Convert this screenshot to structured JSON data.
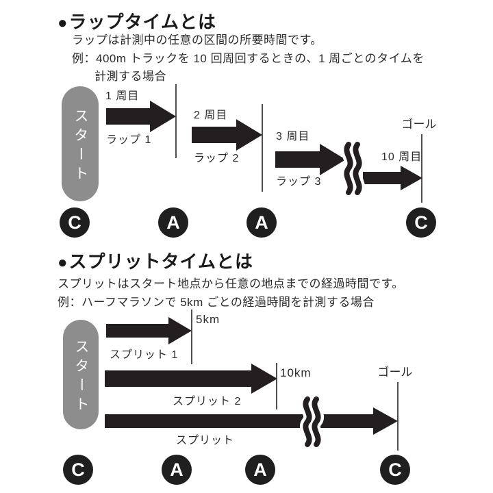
{
  "colors": {
    "ink": "#231f20",
    "pill_gray": "#8d8d8d",
    "line_gray": "#4f4f4f",
    "button_black": "#1f1f1f",
    "background": "#ffffff"
  },
  "lap_section": {
    "bullet": "●",
    "title": "ラップタイムとは",
    "description": "ラップは計測中の任意の区間の所要時間です。",
    "example_line1": "例：400m トラックを 10 回周回するときの、1 周ごとのタイムを",
    "example_line2": "計測する場合",
    "start_label": "スタート",
    "goal_label": "ゴール",
    "lap1_top": "1 周目",
    "lap1_bottom": "ラップ 1",
    "lap2_top": "2 周目",
    "lap2_bottom": "ラップ 2",
    "lap3_top": "3 周目",
    "lap3_bottom": "ラップ 3",
    "lap10_top": "10 周目",
    "buttons": [
      "C",
      "A",
      "A",
      "C"
    ]
  },
  "split_section": {
    "bullet": "●",
    "title": "スプリットタイムとは",
    "description": "スプリットはスタート地点から任意の地点までの経過時間です。",
    "example_line1": "例：ハーフマラソンで 5km ごとの経過時間を計測する場合",
    "start_label": "スタート",
    "goal_label": "ゴール",
    "split1_label": "スプリット 1",
    "split1_distance": "5km",
    "split2_label": "スプリット 2",
    "split2_distance": "10km",
    "split3_label": "スプリット",
    "buttons": [
      "C",
      "A",
      "A",
      "C"
    ]
  }
}
